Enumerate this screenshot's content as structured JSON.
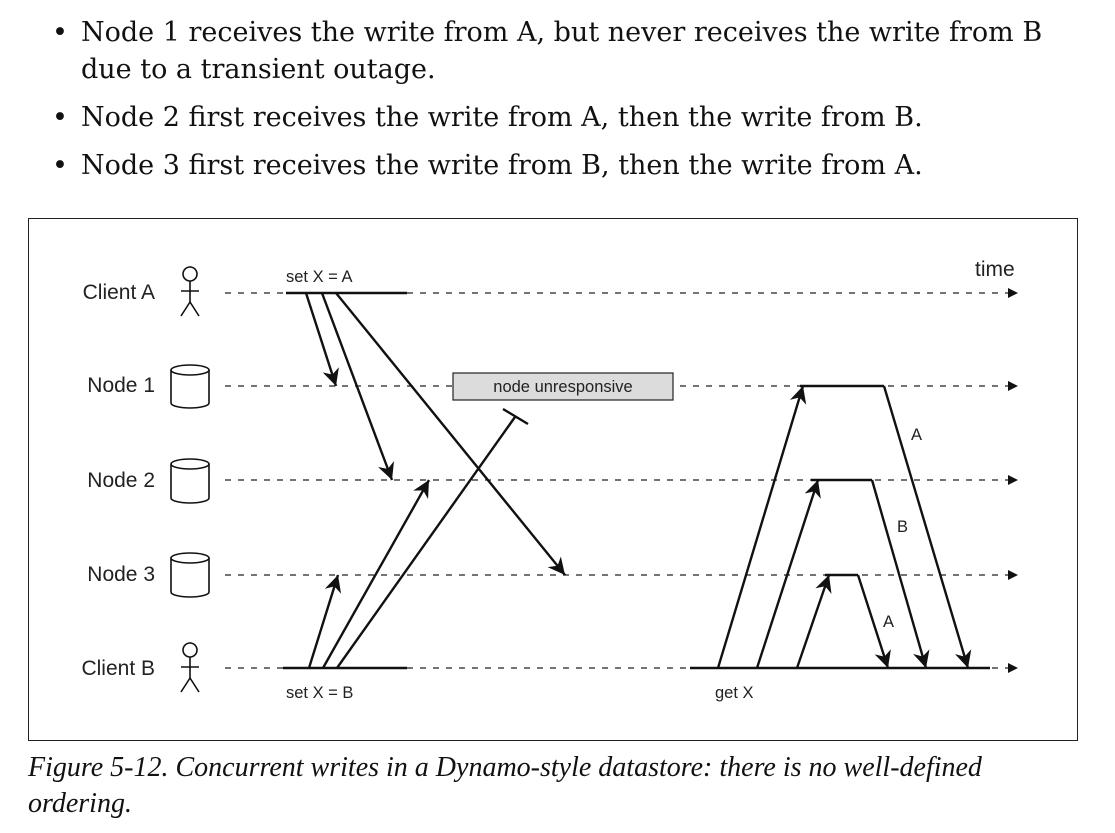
{
  "bullets": [
    "Node 1 receives the write from A, but never receives the write from B due to a transient outage.",
    "Node 2 first receives the write from A, then the write from B.",
    "Node 3 first receives the write from B, then the write from A."
  ],
  "diagram": {
    "time_label": "time",
    "rows": [
      {
        "label": "Client A",
        "icon": "person-icon"
      },
      {
        "label": "Node 1",
        "icon": "database-icon"
      },
      {
        "label": "Node 2",
        "icon": "database-icon"
      },
      {
        "label": "Node 3",
        "icon": "database-icon"
      },
      {
        "label": "Client B",
        "icon": "person-icon"
      }
    ],
    "set_a_label": "set X = A",
    "set_b_label": "set X = B",
    "get_label": "get X",
    "unresponsive_label": "node unresponsive",
    "response_labels": [
      "A",
      "B",
      "A"
    ],
    "colors": {
      "unresponsive_fill": "#dcdcdc",
      "line": "#111111"
    }
  },
  "caption": "Figure 5-12. Concurrent writes in a Dynamo-style datastore: there is no well-defined ordering."
}
